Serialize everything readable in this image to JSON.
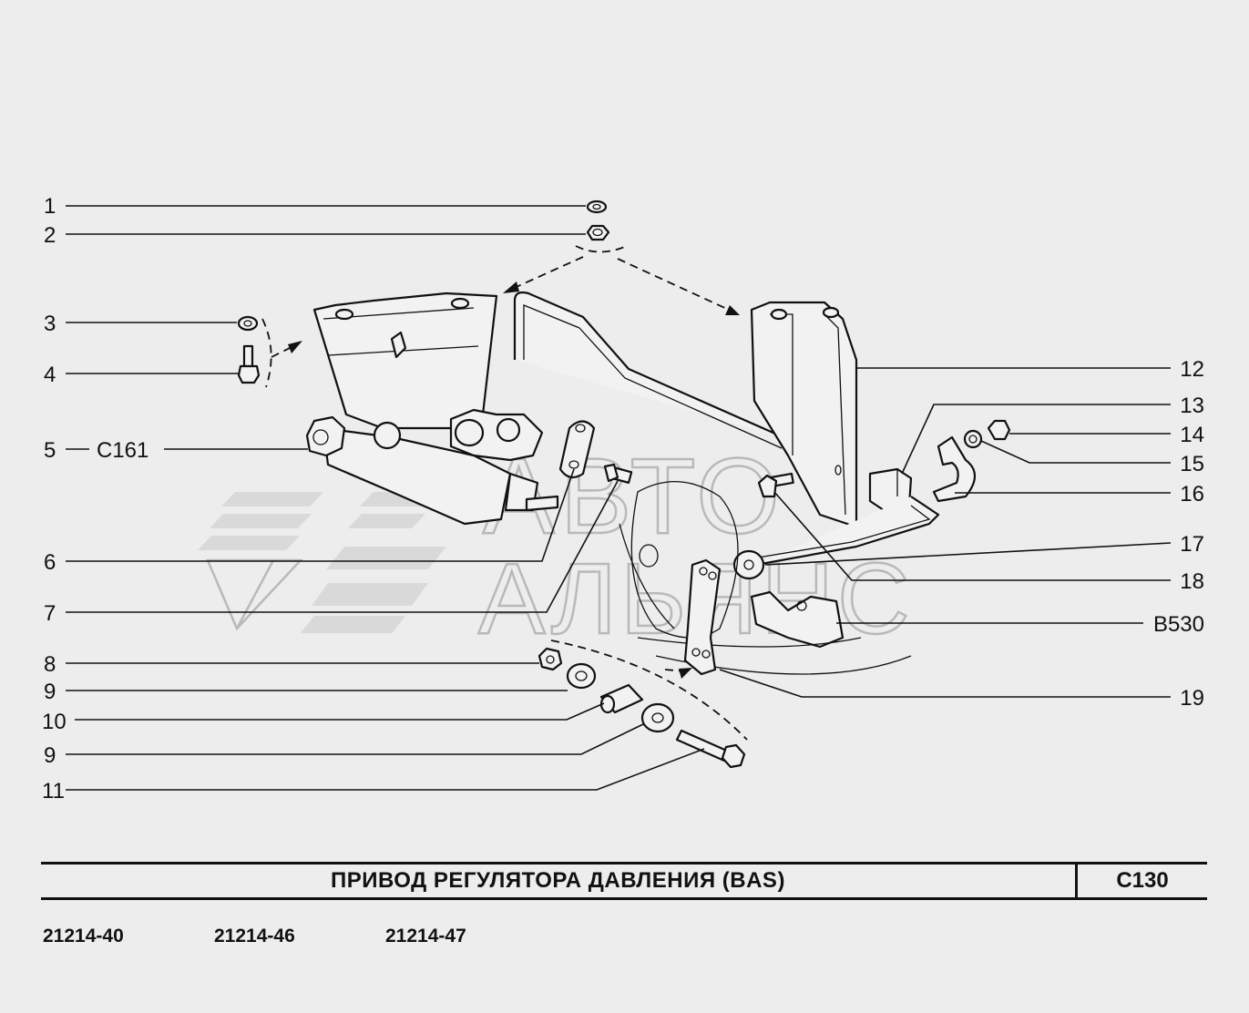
{
  "callouts": {
    "c1": "1",
    "c2": "2",
    "c3": "3",
    "c4": "4",
    "c5": "5",
    "c5_ref": "C161",
    "c6": "6",
    "c7": "7",
    "c8": "8",
    "c9a": "9",
    "c10": "10",
    "c9b": "9",
    "c11": "11",
    "c12": "12",
    "c13": "13",
    "c14": "14",
    "c15": "15",
    "c16": "16",
    "c17": "17",
    "c18": "18",
    "c_b530": "B530",
    "c19": "19"
  },
  "title_block": {
    "title": "ПРИВОД  РЕГУЛЯТОРА ДАВЛЕНИЯ  (BAS)",
    "code": "C130"
  },
  "models": [
    "21214-40",
    "21214-46",
    "21214-47"
  ],
  "watermark": {
    "line1": "АВТО",
    "line2": "АЛЬЯНС"
  }
}
